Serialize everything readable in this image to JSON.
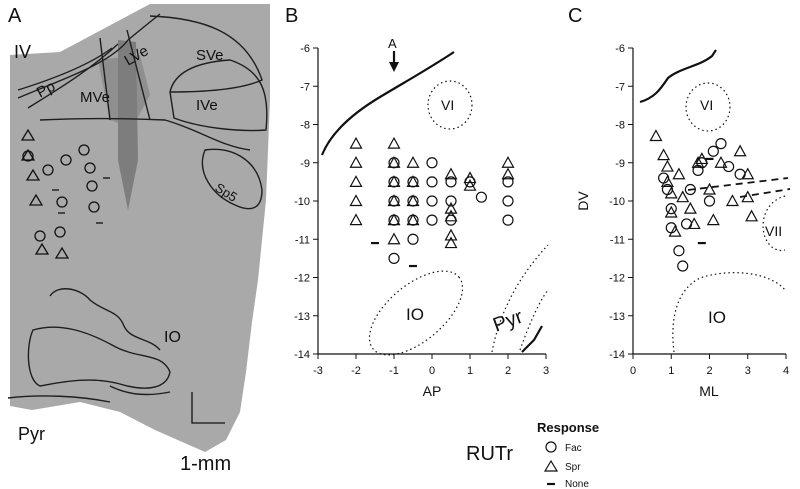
{
  "panels": {
    "A": {
      "letter": "A",
      "region_labels": {
        "iv": "IV",
        "pp": "Pp",
        "mve": "MVe",
        "lve": "LVe",
        "sve": "SVe",
        "ive": "IVe",
        "sp5": "Sp5",
        "io": "IO",
        "pyr": "Pyr"
      },
      "scale_bar_label": "1-mm"
    },
    "B": {
      "letter": "B",
      "arrow_label": "A",
      "region_labels": {
        "vi": "VI",
        "io": "IO",
        "pyr": "Pyr"
      }
    },
    "C": {
      "letter": "C",
      "region_labels": {
        "vi": "VI",
        "vii": "VII",
        "io": "IO"
      }
    }
  },
  "legend": {
    "title": "Response",
    "items": [
      {
        "label": "Fac",
        "marker": "circle"
      },
      {
        "label": "Spr",
        "marker": "triangle"
      },
      {
        "label": "None",
        "marker": "dash"
      }
    ]
  },
  "footer_label": "RUTr",
  "colors": {
    "tissue": "#a9a9a9",
    "ink": "#1a1a1a"
  },
  "chart_data": [
    {
      "type": "scatter",
      "panel": "B",
      "xlabel": "AP",
      "ylabel": "",
      "xlim": [
        -3,
        3
      ],
      "ylim": [
        -14,
        -6
      ],
      "xticks": [
        -3,
        -2,
        -1,
        0,
        1,
        2,
        3
      ],
      "yticks": [
        -6,
        -7,
        -8,
        -9,
        -10,
        -11,
        -12,
        -13,
        -14
      ],
      "series": [
        {
          "name": "Fac",
          "marker": "circle",
          "points": [
            [
              -1,
              -9.0
            ],
            [
              -1,
              -9.5
            ],
            [
              -1,
              -10.0
            ],
            [
              -1,
              -10.5
            ],
            [
              -1,
              -11.5
            ],
            [
              -0.5,
              -9.5
            ],
            [
              -0.5,
              -10.0
            ],
            [
              -0.5,
              -10.5
            ],
            [
              -0.5,
              -11.0
            ],
            [
              0,
              -9.0
            ],
            [
              0,
              -9.5
            ],
            [
              0,
              -10.0
            ],
            [
              0,
              -10.5
            ],
            [
              0.5,
              -9.5
            ],
            [
              0.5,
              -10.0
            ],
            [
              0.5,
              -10.5
            ],
            [
              1,
              -9.5
            ],
            [
              1.3,
              -9.9
            ],
            [
              2,
              -9.5
            ],
            [
              2,
              -10.0
            ],
            [
              2,
              -10.5
            ]
          ]
        },
        {
          "name": "Spr",
          "marker": "triangle",
          "points": [
            [
              -2,
              -8.5
            ],
            [
              -2,
              -9.0
            ],
            [
              -2,
              -9.5
            ],
            [
              -2,
              -10.0
            ],
            [
              -2,
              -10.5
            ],
            [
              -1,
              -8.5
            ],
            [
              -1,
              -9.0
            ],
            [
              -1,
              -9.5
            ],
            [
              -1,
              -10.0
            ],
            [
              -1,
              -10.5
            ],
            [
              -1,
              -11.0
            ],
            [
              -0.5,
              -9.0
            ],
            [
              -0.5,
              -9.5
            ],
            [
              -0.5,
              -10.0
            ],
            [
              -0.5,
              -10.5
            ],
            [
              0.5,
              -9.3
            ],
            [
              0.5,
              -10.2
            ],
            [
              0.5,
              -10.4
            ],
            [
              0.5,
              -10.9
            ],
            [
              0.5,
              -11.1
            ],
            [
              1,
              -9.4
            ],
            [
              1,
              -9.6
            ],
            [
              2,
              -9.0
            ],
            [
              2,
              -9.3
            ]
          ]
        },
        {
          "name": "None",
          "marker": "dash",
          "points": [
            [
              -1.5,
              -11.1
            ],
            [
              -0.5,
              -11.7
            ]
          ]
        }
      ]
    },
    {
      "type": "scatter",
      "panel": "C",
      "xlabel": "ML",
      "ylabel": "DV",
      "xlim": [
        0,
        4
      ],
      "ylim": [
        -14,
        -6
      ],
      "xticks": [
        0,
        1,
        2,
        3,
        4
      ],
      "yticks": [
        -6,
        -7,
        -8,
        -9,
        -10,
        -11,
        -12,
        -13,
        -14
      ],
      "series": [
        {
          "name": "Fac",
          "marker": "circle",
          "points": [
            [
              0.8,
              -9.4
            ],
            [
              0.9,
              -9.7
            ],
            [
              1.0,
              -10.2
            ],
            [
              1.0,
              -10.7
            ],
            [
              1.2,
              -11.3
            ],
            [
              1.3,
              -11.7
            ],
            [
              1.4,
              -10.6
            ],
            [
              1.5,
              -9.7
            ],
            [
              1.7,
              -9.2
            ],
            [
              1.8,
              -9.0
            ],
            [
              2.0,
              -10.0
            ],
            [
              2.1,
              -8.7
            ],
            [
              2.3,
              -8.5
            ],
            [
              2.5,
              -9.1
            ],
            [
              2.8,
              -9.3
            ]
          ]
        },
        {
          "name": "Spr",
          "marker": "triangle",
          "points": [
            [
              0.6,
              -8.3
            ],
            [
              0.8,
              -8.8
            ],
            [
              0.9,
              -9.1
            ],
            [
              0.9,
              -9.5
            ],
            [
              1.0,
              -9.8
            ],
            [
              1.0,
              -10.3
            ],
            [
              1.1,
              -10.8
            ],
            [
              1.2,
              -9.3
            ],
            [
              1.3,
              -9.9
            ],
            [
              1.5,
              -10.2
            ],
            [
              1.6,
              -10.6
            ],
            [
              1.7,
              -9.0
            ],
            [
              1.8,
              -8.9
            ],
            [
              2.0,
              -9.7
            ],
            [
              2.1,
              -10.5
            ],
            [
              2.3,
              -9.0
            ],
            [
              2.6,
              -10.0
            ],
            [
              2.8,
              -8.7
            ],
            [
              3.0,
              -9.3
            ],
            [
              3.0,
              -9.9
            ],
            [
              3.1,
              -10.4
            ]
          ]
        },
        {
          "name": "None",
          "marker": "dash",
          "points": [
            [
              2.0,
              -8.9
            ],
            [
              1.8,
              -11.1
            ]
          ]
        }
      ]
    }
  ]
}
